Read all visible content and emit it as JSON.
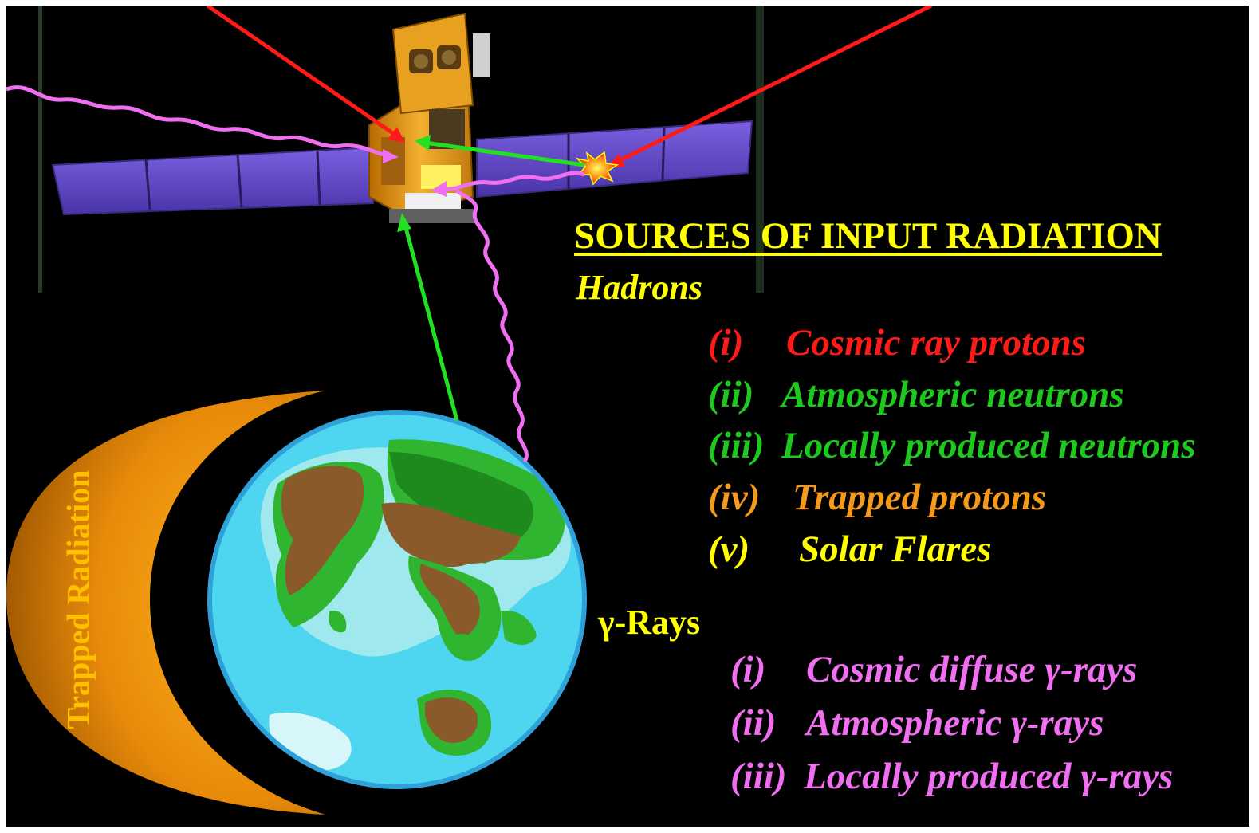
{
  "title": "SOURCES OF INPUT RADIATION",
  "hadrons": {
    "heading": "Hadrons",
    "items": [
      {
        "num": "(i)",
        "label": "Cosmic ray protons",
        "color": "#ff1a1a"
      },
      {
        "num": "(ii)",
        "label": "Atmospheric neutrons",
        "color": "#1ec81e"
      },
      {
        "num": "(iii)",
        "label": "Locally produced neutrons",
        "color": "#1ec81e"
      },
      {
        "num": "(iv)",
        "label": "Trapped protons",
        "color": "#f39a1c"
      },
      {
        "num": "(v)",
        "label": "Solar Flares",
        "color": "#ffff00"
      }
    ]
  },
  "gamma": {
    "heading": "γ-Rays",
    "items": [
      {
        "num": "(i)",
        "label": "Cosmic diffuse γ-rays",
        "color": "#f06ef0"
      },
      {
        "num": "(ii)",
        "label": "Atmospheric γ-rays",
        "color": "#f06ef0"
      },
      {
        "num": "(iii)",
        "label": "Locally produced γ-rays",
        "color": "#f06ef0"
      }
    ]
  },
  "trapped_label": "Trapped Radiation",
  "colors": {
    "background": "#000000",
    "title": "#ffff00",
    "cosmic_ray_arrow": "#ff1a1a",
    "neutron_arrow": "#22e022",
    "gamma_wave": "#f06ef0",
    "trapped_belt": "#e8920a",
    "ocean": "#4ed6f0",
    "land_brown": "#8b5a2b",
    "land_green": "#2fb52f",
    "solar_panel": "#6a50c8",
    "satellite_body": "#e8a010"
  },
  "icons": [
    "satellite-icon",
    "earth-icon",
    "solar-flare-icon",
    "radiation-belt-icon"
  ]
}
